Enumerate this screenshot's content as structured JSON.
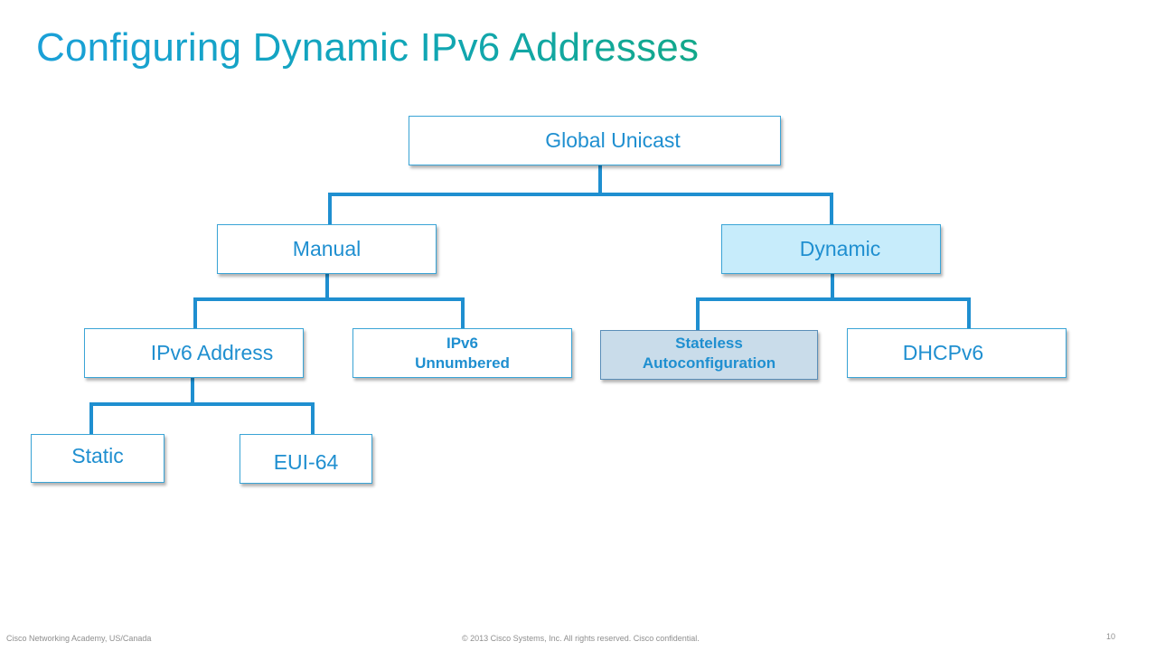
{
  "slide": {
    "title": "Configuring Dynamic IPv6 Addresses",
    "footer_left": "Cisco Networking Academy, US/Canada",
    "footer_center": "© 2013 Cisco Systems, Inc. All rights reserved. Cisco confidential.",
    "page_number": "10"
  },
  "diagram": {
    "root": "Global Unicast",
    "manual": "Manual",
    "dynamic": "Dynamic",
    "ipv6_address": "IPv6 Address",
    "ipv6_unnumbered_line1": "IPv6",
    "ipv6_unnumbered_line2": "Unnumbered",
    "slaac_line1": "Stateless",
    "slaac_line2": "Autoconfiguration",
    "dhcpv6": "DHCPv6",
    "static": "Static",
    "eui64": "EUI-64"
  },
  "colors": {
    "connector": "#1f8fd0",
    "box_text": "#1f8fd0",
    "dynamic_fill": "#c7ecfb",
    "slaac_fill": "#c9dcea"
  }
}
